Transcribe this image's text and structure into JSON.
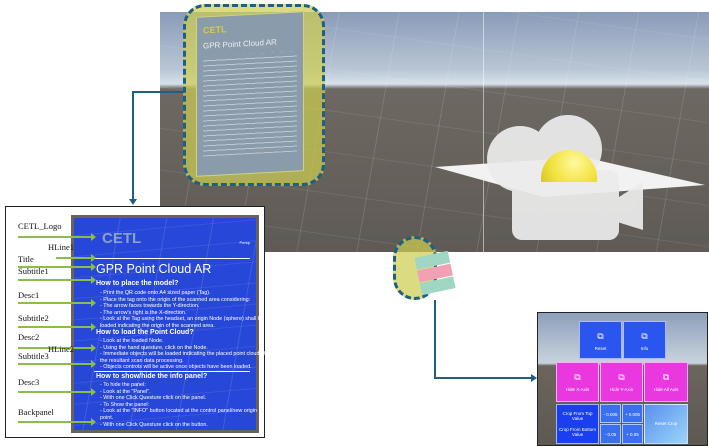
{
  "panel": {
    "logo": "CETL",
    "title": "GPR Point Cloud AR",
    "subtitle1": "How to place the model?",
    "desc1": [
      "- Print the QR code onto A4 sized paper (Tag).",
      "- Place the tag onto the origin of the scanned area considering:",
      "   - The arrow faces towards the Y-direction.",
      "   - The arrow's right is the X-direction.",
      "- Look at the Tag using the headset, an origin Node (sphere) shall be",
      "loaded indicating the origin of the scanned area."
    ],
    "subtitle2": "How to load the Point Cloud?",
    "desc2": [
      "- Look at the loaded Node.",
      "- Using the hand questure, click on the Node.",
      "- Immediate objects will be loaded indicating the placed point cloud of",
      "the resultant scan data processing.",
      "- Objects controls will be active once objects have been loaded."
    ],
    "subtitle3": "How to show/hide the info panel?",
    "desc3": [
      "- To hide the panel:",
      "   - Look at the \"Panel\".",
      "   - With one Click Questure click on the panel.",
      "- To Show the panel:",
      "   - Look at the \"INFO\" button located at the control panel/new origin",
      "point.",
      "   - With one Click Questure click on the button."
    ]
  },
  "labels": {
    "logo": "CETL_Logo",
    "hline1": "HLine1",
    "title": "Title",
    "subtitle1": "Subtitle1",
    "desc1": "Desc1",
    "subtitle2": "Subtitle2",
    "desc2": "Desc2",
    "subtitle3": "Subtitle3",
    "hline2": "HLine2",
    "desc3": "Desc3",
    "backpanel": "Backpanel"
  },
  "gizmo": "Persp",
  "controls": {
    "reset": "Reset",
    "info": "Info",
    "hide_x": "Hide X-Axis",
    "hide_y": "Hide Y-Axis",
    "hide_all": "Hide All Axis",
    "crop_top": "Crop From Top Value",
    "crop_bottom": "Crop From Bottom Value",
    "minus_small": "- 0.005",
    "plus_small": "+ 0.005",
    "minus_big": "- 0.05",
    "plus_big": "+ 0.05",
    "reset_crop": "Reset Crop"
  },
  "colors": {
    "panel_blue": "#2747d8",
    "magenta": "#ea38e0",
    "callout": "#1f5f86",
    "arrow": "#8bbd4a"
  }
}
